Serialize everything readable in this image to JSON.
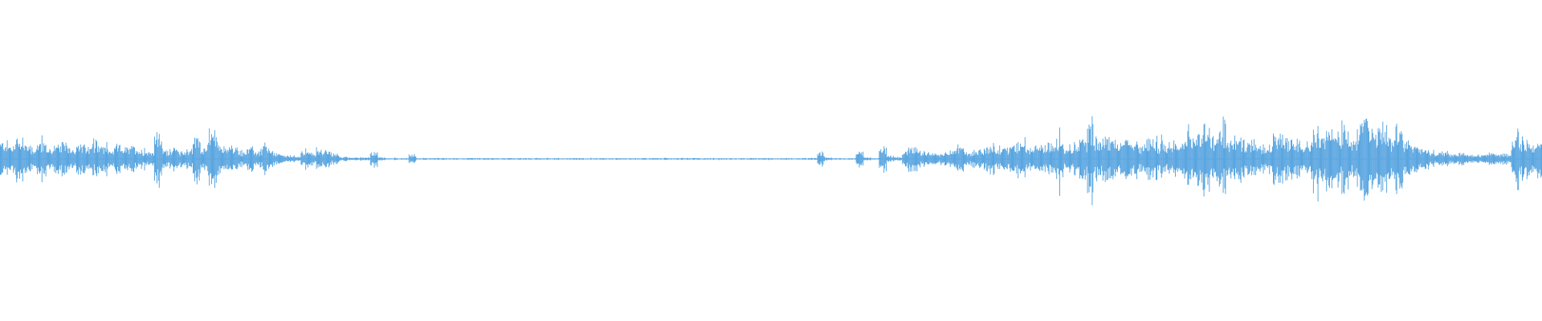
{
  "waveform": {
    "color": "#5aa6e0",
    "background": "#ffffff",
    "amplitude_envelope": [
      0.22,
      0.18,
      0.3,
      0.2,
      0.16,
      0.22,
      0.14,
      0.18,
      0.2,
      0.16,
      0.18,
      0.14,
      0.22,
      0.16,
      0.12,
      0.18,
      0.14,
      0.16,
      0.12,
      0.1,
      0.34,
      0.12,
      0.14,
      0.1,
      0.12,
      0.3,
      0.16,
      0.38,
      0.2,
      0.16,
      0.14,
      0.1,
      0.14,
      0.1,
      0.16,
      0.08,
      0.06,
      0.04,
      0.04,
      0.1,
      0.08,
      0.12,
      0.1,
      0.06,
      0.03,
      0.02,
      0.02,
      0.02,
      0.1,
      0.02,
      0.01,
      0.01,
      0.01,
      0.06,
      0.01,
      0.01,
      0.01,
      0.01,
      0.01,
      0.01,
      0.01,
      0.01,
      0.01,
      0.01,
      0.01,
      0.01,
      0.01,
      0.01,
      0.01,
      0.01,
      0.01,
      0.01,
      0.01,
      0.01,
      0.01,
      0.01,
      0.01,
      0.01,
      0.01,
      0.01,
      0.01,
      0.01,
      0.01,
      0.01,
      0.01,
      0.01,
      0.01,
      0.01,
      0.01,
      0.01,
      0.01,
      0.01,
      0.01,
      0.01,
      0.01,
      0.01,
      0.01,
      0.01,
      0.01,
      0.01,
      0.01,
      0.01,
      0.01,
      0.01,
      0.01,
      0.01,
      0.08,
      0.02,
      0.01,
      0.01,
      0.01,
      0.1,
      0.02,
      0.01,
      0.14,
      0.04,
      0.02,
      0.12,
      0.18,
      0.1,
      0.08,
      0.06,
      0.08,
      0.1,
      0.18,
      0.08,
      0.1,
      0.14,
      0.2,
      0.12,
      0.16,
      0.18,
      0.24,
      0.14,
      0.16,
      0.18,
      0.22,
      0.3,
      0.16,
      0.2,
      0.26,
      0.5,
      0.22,
      0.28,
      0.24,
      0.2,
      0.26,
      0.18,
      0.22,
      0.3,
      0.2,
      0.18,
      0.26,
      0.24,
      0.32,
      0.4,
      0.44,
      0.3,
      0.36,
      0.24,
      0.28,
      0.22,
      0.26,
      0.2,
      0.18,
      0.34,
      0.3,
      0.22,
      0.26,
      0.2,
      0.38,
      0.3,
      0.42,
      0.26,
      0.4,
      0.24,
      0.46,
      0.52,
      0.38,
      0.44,
      0.3,
      0.34,
      0.22,
      0.18,
      0.14,
      0.1,
      0.08,
      0.1,
      0.06,
      0.08,
      0.06,
      0.05,
      0.05,
      0.07,
      0.06,
      0.06,
      0.3,
      0.26,
      0.22,
      0.24
    ]
  }
}
